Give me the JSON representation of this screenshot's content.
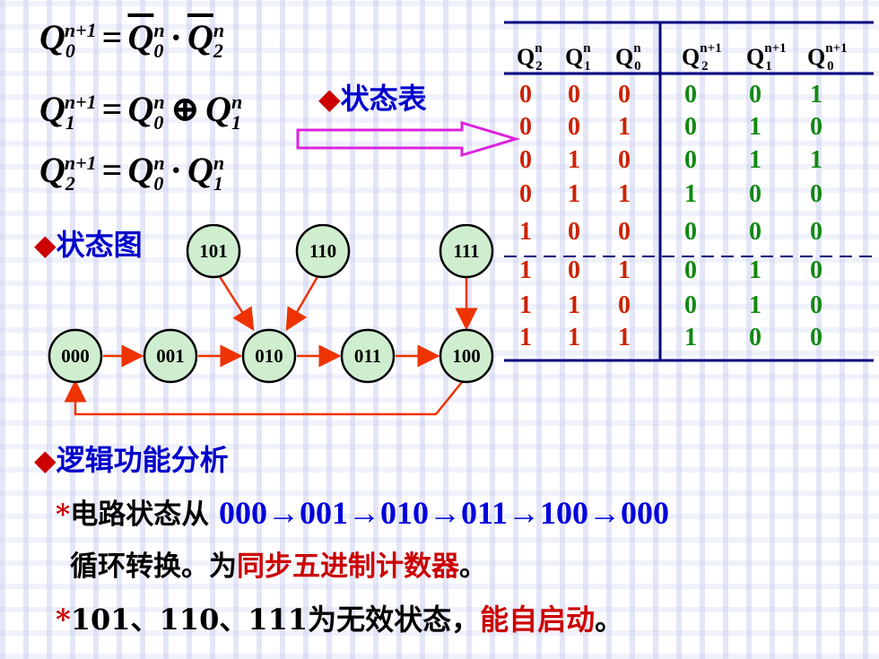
{
  "equations": {
    "q0": {
      "lhs_base": "Q",
      "lhs_sub": "0",
      "lhs_sup": "n+1",
      "eq": "=",
      "t1_base": "Q",
      "t1_sub": "0",
      "t1_sup": "n",
      "op": "·",
      "t2_base": "Q",
      "t2_sub": "2",
      "t2_sup": "n"
    },
    "q1": {
      "lhs_base": "Q",
      "lhs_sub": "1",
      "lhs_sup": "n+1",
      "eq": "=",
      "t1_base": "Q",
      "t1_sub": "0",
      "t1_sup": "n",
      "op": "⊕",
      "t2_base": "Q",
      "t2_sub": "1",
      "t2_sup": "n"
    },
    "q2": {
      "lhs_base": "Q",
      "lhs_sub": "2",
      "lhs_sup": "n+1",
      "eq": "=",
      "t1_base": "Q",
      "t1_sub": "0",
      "t1_sup": "n",
      "op": "·",
      "t2_base": "Q",
      "t2_sub": "1",
      "t2_sup": "n"
    }
  },
  "state_table_label": "状态表",
  "state_diagram_label": "状态图",
  "analysis_label": "逻辑功能分析",
  "bullet_marker": "◆",
  "star_marker": "*",
  "table": {
    "headers": [
      {
        "base": "Q",
        "sup": "n",
        "sub": "2"
      },
      {
        "base": "Q",
        "sup": "n",
        "sub": "1"
      },
      {
        "base": "Q",
        "sup": "n",
        "sub": "0"
      },
      {
        "base": "Q",
        "sup": "n+1",
        "sub": "2"
      },
      {
        "base": "Q",
        "sup": "n+1",
        "sub": "1"
      },
      {
        "base": "Q",
        "sup": "n+1",
        "sub": "0"
      }
    ],
    "rows": [
      [
        "0",
        "0",
        "0",
        "0",
        "0",
        "1"
      ],
      [
        "0",
        "0",
        "1",
        "0",
        "1",
        "0"
      ],
      [
        "0",
        "1",
        "0",
        "0",
        "1",
        "1"
      ],
      [
        "0",
        "1",
        "1",
        "1",
        "0",
        "0"
      ],
      [
        "1",
        "0",
        "0",
        "0",
        "0",
        "0"
      ],
      [
        "1",
        "0",
        "1",
        "0",
        "1",
        "0"
      ],
      [
        "1",
        "1",
        "0",
        "0",
        "1",
        "0"
      ],
      [
        "1",
        "1",
        "1",
        "1",
        "0",
        "0"
      ]
    ],
    "present_color": "#cc2200",
    "next_color": "#118811"
  },
  "diagram": {
    "nodes": [
      "000",
      "001",
      "010",
      "011",
      "100",
      "101",
      "110",
      "111"
    ],
    "node_fill": "#cfeecf",
    "arrow_color": "#ee3300"
  },
  "analysis": {
    "line1_prefix": "电路状态从",
    "line1_sequence": "000→001→010→011→100→000",
    "line2_prefix": "循环转换。为",
    "line2_highlight": "同步五进制计数器",
    "line2_suffix": "。",
    "line3_prefix": "101、110、111为无效状态，",
    "line3_highlight": "能自启动",
    "line3_suffix": "。"
  },
  "colors": {
    "heading_blue": "#0000cc",
    "accent_red": "#cc0000",
    "table_line": "#000080"
  }
}
